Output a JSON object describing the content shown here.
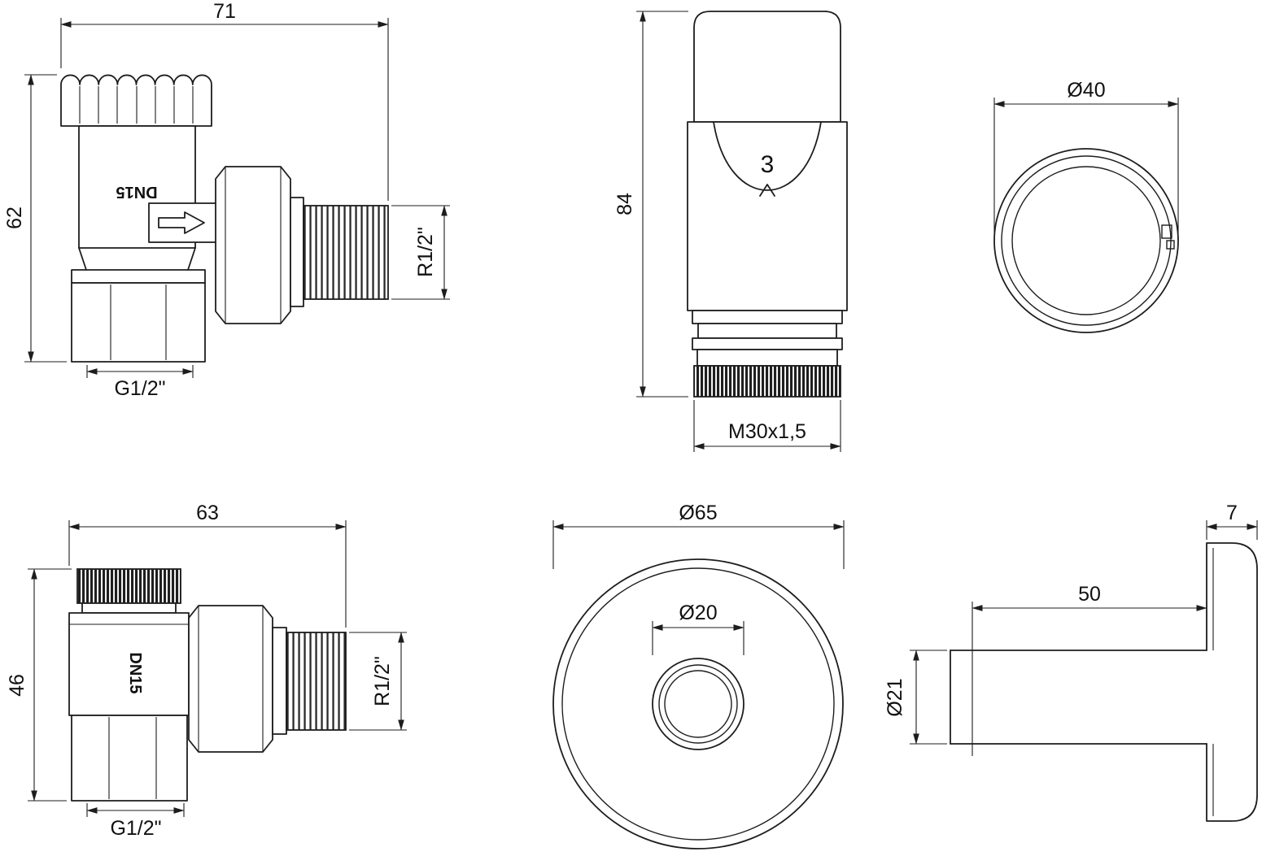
{
  "colors": {
    "background": "#ffffff",
    "line": "#1d1d1d"
  },
  "views": {
    "angle_valve_front": {
      "dims": {
        "width": "71",
        "height": "62",
        "outlet_thread": "R1/2\"",
        "inlet_thread": "G1/2\"",
        "body_marking": "DN15"
      }
    },
    "thermostatic_head_front": {
      "setting_number": "3",
      "dims": {
        "height": "84",
        "connection_thread": "M30x1,5"
      }
    },
    "thermostatic_head_top": {
      "dims": {
        "outer_diameter": "Ø40"
      }
    },
    "straight_valve_front": {
      "dims": {
        "width": "63",
        "height": "46",
        "outlet_thread": "R1/2\"",
        "inlet_thread": "G1/2\"",
        "body_marking": "DN15"
      }
    },
    "escutcheon_front": {
      "dims": {
        "outer_diameter": "Ø65",
        "hole_diameter": "Ø20"
      }
    },
    "escutcheon_side": {
      "dims": {
        "thickness": "7",
        "pipe_length": "50",
        "pipe_diameter": "Ø21"
      }
    }
  }
}
